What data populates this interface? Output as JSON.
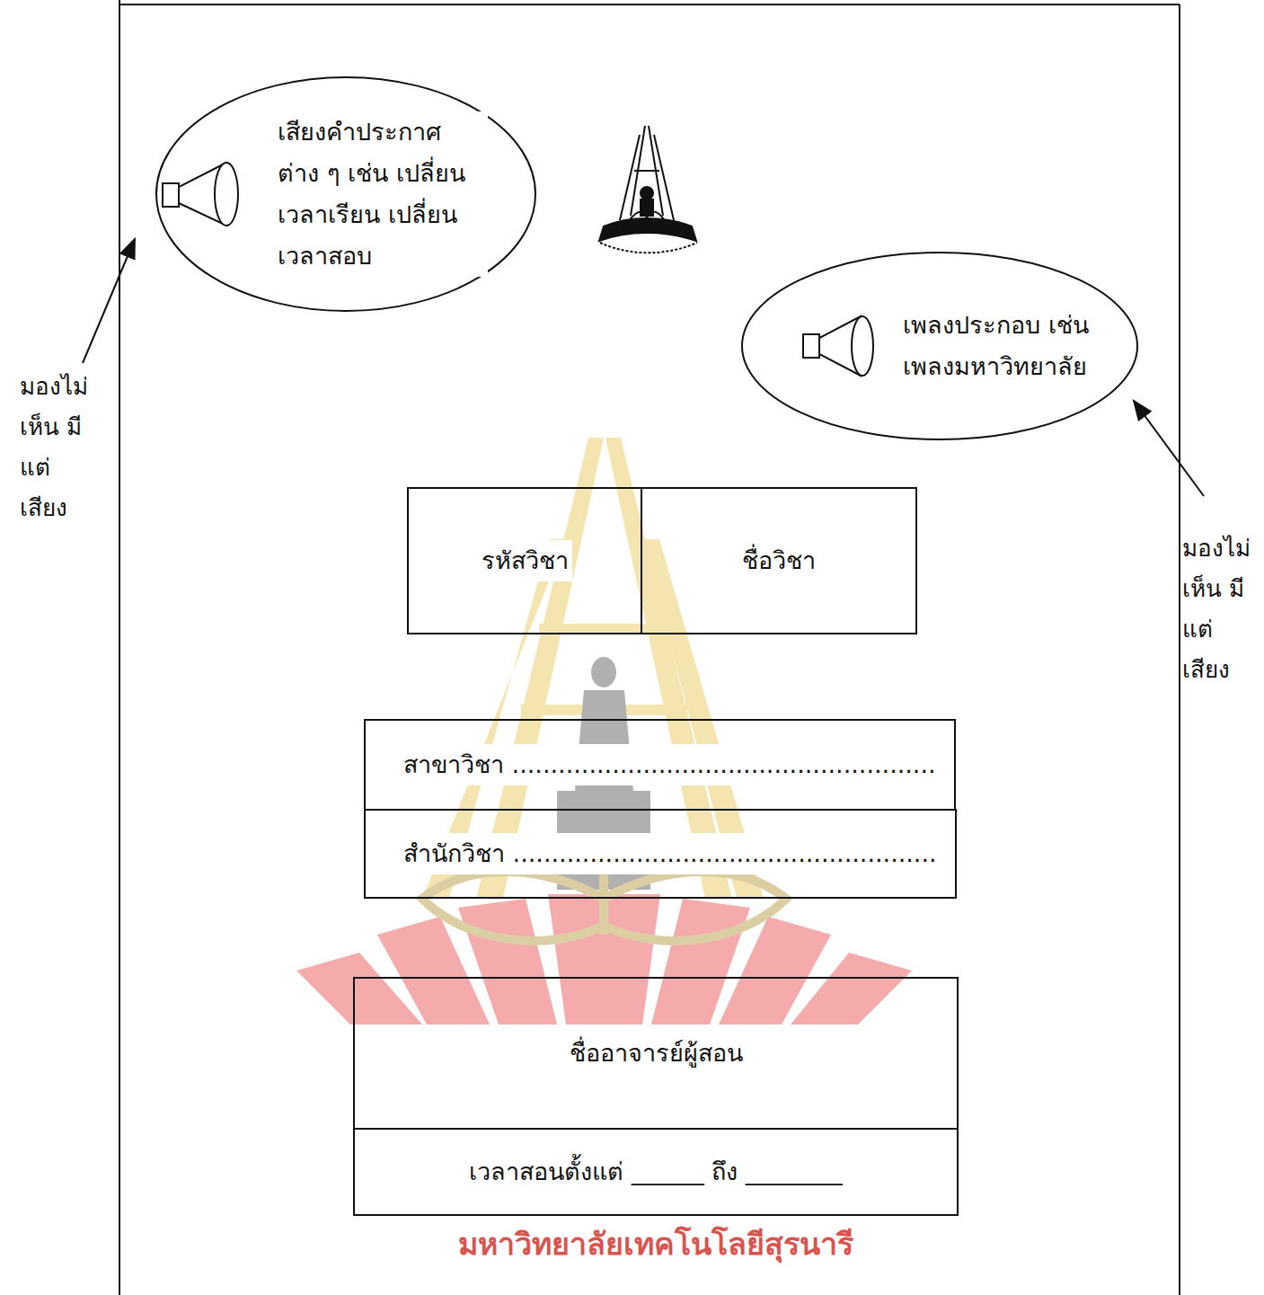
{
  "diagram": {
    "nodes": [
      {
        "text": [
          "เสียงคำประกาศ ต่าง ๆ เช่น เปลี่ยน เวลาเรียน เปลี่ยน เวลาสอบ"
        ]
      },
      {
        "text": [
          "เพลงประกอบ เช่น เพลงมหาวิทยาลัย"
        ]
      },
      {
        "text": [
          "รหัสวิชา"
        ]
      },
      {
        "text": [
          "ชื่อวิชา"
        ]
      },
      {
        "text": [
          "สาขาวิชา ......................................................."
        ]
      },
      {
        "text": [
          "สำนักวิชา ......................................................."
        ]
      },
      {
        "text": [
          "ชื่ออาจารย์ผู้สอน"
        ]
      },
      {
        "text": [
          "เวลาสอนตั้งแต่ ______ ถึง ________"
        ]
      }
    ],
    "labels": [
      "มองไม่ เห็น มีแต่ เสียง",
      "มองไม่ เห็น มีแต่ เสียง",
      "มหาวิทยาลัยเทคโนโลยีสุรนารี"
    ]
  }
}
